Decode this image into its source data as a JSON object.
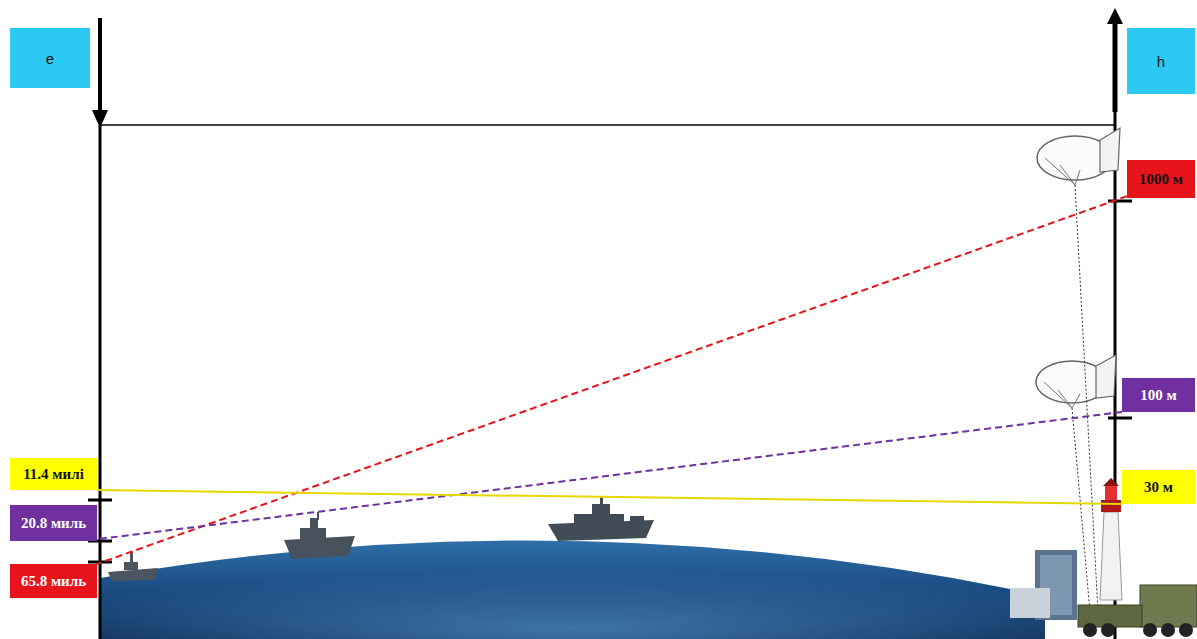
{
  "diagram": {
    "nodes": [
      {
        "text": [
          "e"
        ]
      },
      {
        "text": [
          "h"
        ]
      },
      {
        "text": [
          "1000 м"
        ]
      },
      {
        "text": [
          "100 м"
        ]
      },
      {
        "text": [
          "11.4 милі"
        ]
      },
      {
        "text": [
          "30 м"
        ]
      },
      {
        "text": [
          "20.8 миль"
        ]
      },
      {
        "text": [
          "65.8 миль"
        ]
      }
    ],
    "edges": [
      {
        "from": 2,
        "to": 7,
        "arrow": "none"
      },
      {
        "from": 3,
        "to": 6,
        "arrow": "none"
      },
      {
        "from": 5,
        "to": 4,
        "arrow": "none"
      }
    ]
  }
}
